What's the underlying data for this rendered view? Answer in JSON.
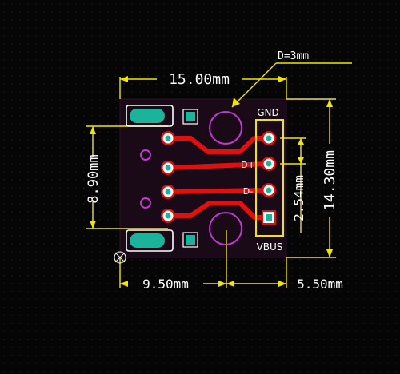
{
  "dimensions": {
    "hole_diameter": "D=3mm",
    "board_width": "15.00mm",
    "board_height": "14.30mm",
    "usb_pin_span": "8.90mm",
    "header_pitch": "2.54mm",
    "hole_offset_left": "9.50mm",
    "hole_offset_right": "5.50mm"
  },
  "pins": {
    "gnd": "GND",
    "d_plus": "D+",
    "d_minus": "D-",
    "vbus": "VBUS"
  },
  "colors": {
    "background": "#050505",
    "board": "#1a0a18",
    "dimension_line": "#f2e600",
    "trace": "#e01010",
    "silkscreen": "#ffffff",
    "pad": "#1bb39a",
    "drill_outline": "#c03ad0"
  }
}
